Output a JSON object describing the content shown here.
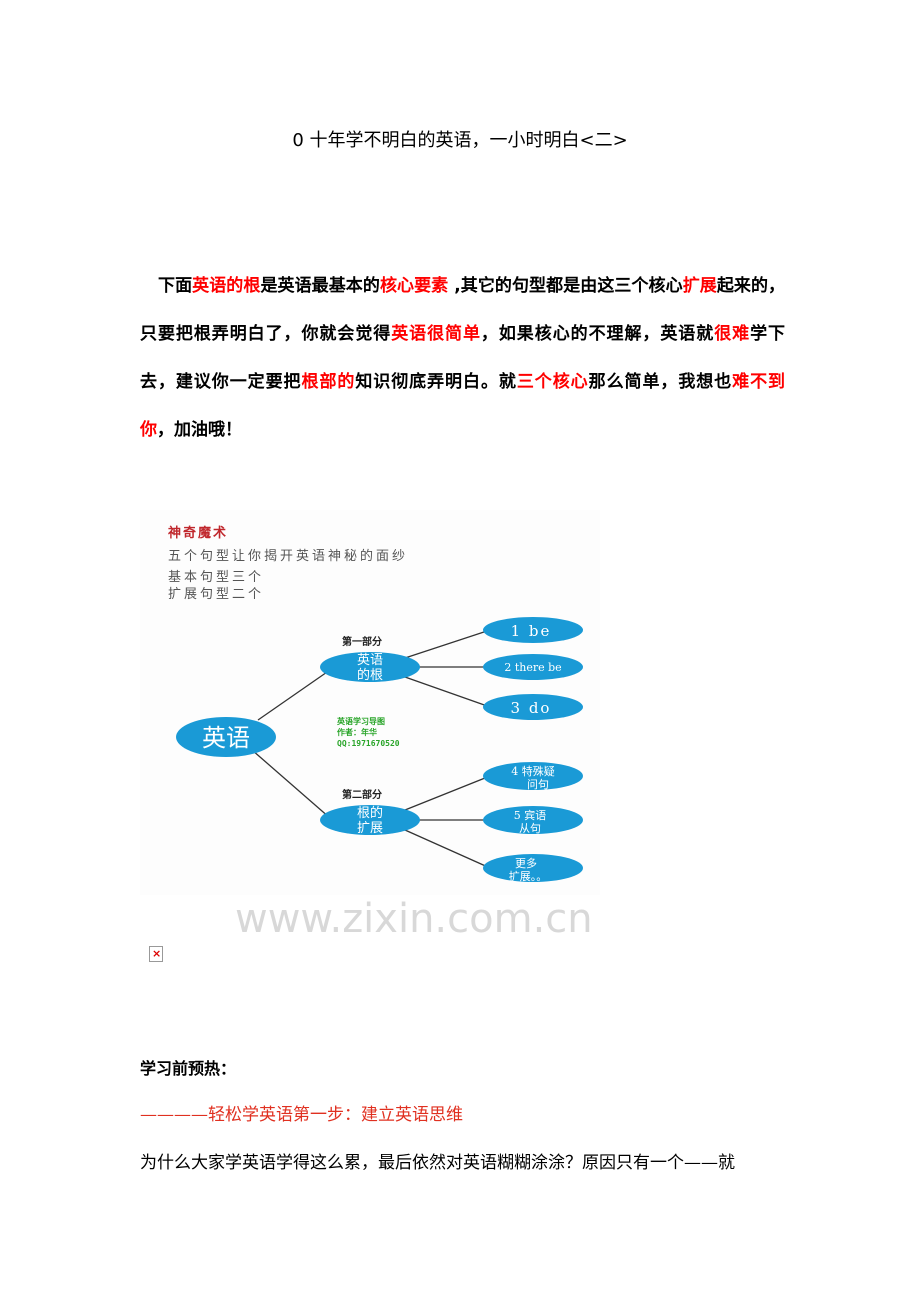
{
  "title": "0  十年学不明白的英语，一小时明白<二>",
  "intro": [
    {
      "text": "下面",
      "red": false
    },
    {
      "text": "英语的根",
      "red": true
    },
    {
      "text": "是英语最基本的",
      "red": false
    },
    {
      "text": "核心要素",
      "red": true
    },
    {
      "text": " ,其它的句型都是由这三个核心",
      "red": false
    },
    {
      "text": "扩展",
      "red": true
    },
    {
      "text": "起来的，只要把根弄明白了，你就会觉得",
      "red": false
    },
    {
      "text": "英语很简单",
      "red": true
    },
    {
      "text": "，如果核心的不理解，英语就",
      "red": false
    },
    {
      "text": "很难",
      "red": true
    },
    {
      "text": "学下去，建议你一定要把",
      "red": false
    },
    {
      "text": "根部的",
      "red": true
    },
    {
      "text": "知识彻底弄明白。就",
      "red": false
    },
    {
      "text": "三个核心",
      "red": true
    },
    {
      "text": "那么简单，我想也",
      "red": false
    },
    {
      "text": "难不到你",
      "red": true
    },
    {
      "text": "，加油哦！",
      "red": false
    }
  ],
  "diagram": {
    "heading": "神奇魔术",
    "line1": "五个句型让你揭开英语神秘的面纱",
    "line2": "基本句型三个",
    "line3": "扩展句型二个",
    "root": "英语",
    "part1_label": "第一部分",
    "part2_label": "第二部分",
    "branch1": [
      "英语",
      "的根"
    ],
    "branch2": [
      "根的",
      "扩展"
    ],
    "leaves1": [
      "1 be",
      "2 there be",
      "3 do"
    ],
    "leaves2": [
      [
        "4 特殊疑",
        "问句"
      ],
      [
        "5 宾语",
        "从句"
      ],
      [
        "更多",
        "扩展。。"
      ]
    ],
    "credit": [
      "英语学习导图",
      "作者：年华",
      "QQ:1971670520"
    ],
    "watermark": "www.zixin.com.cn",
    "colors": {
      "node": "#1a9ad6",
      "heading": "#c0282d",
      "credit": "#2aa52a"
    }
  },
  "broken_image_icon": "broken-image-icon",
  "section_title": "学习前预热：",
  "subtitle": "————轻松学英语第一步：建立英语思维",
  "body_line": "为什么大家学英语学得这么累，最后依然对英语糊糊涂涂？原因只有一个——就"
}
